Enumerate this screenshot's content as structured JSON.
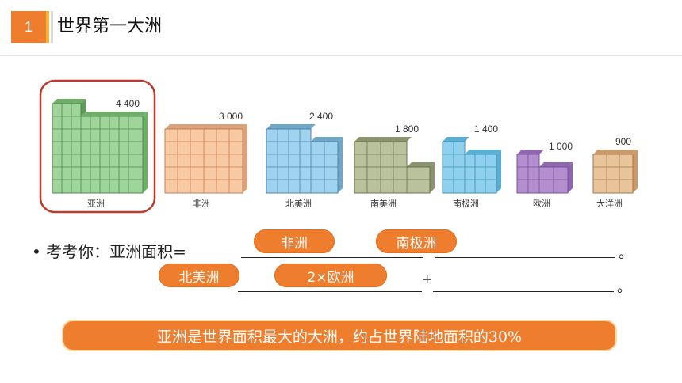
{
  "header": {
    "number": "1",
    "title": "世界第一大洲"
  },
  "colors": {
    "accent": "#ef7d2e",
    "accent_bar": "#f5b335",
    "highlight_ring": "#c0392b",
    "green": "#9fd59a",
    "peach": "#f9c9a4",
    "blue": "#9fd3f0",
    "olive": "#b9c29c",
    "sky": "#8fd0ee",
    "purple": "#b48fd0",
    "tan": "#e8c49a"
  },
  "continents": [
    {
      "name": "亚洲",
      "area": "4 400",
      "color": "green",
      "highlighted": true
    },
    {
      "name": "非洲",
      "area": "3 000",
      "color": "peach",
      "highlighted": false
    },
    {
      "name": "北美洲",
      "area": "2 400",
      "color": "blue",
      "highlighted": false
    },
    {
      "name": "南美洲",
      "area": "1 800",
      "color": "olive",
      "highlighted": false
    },
    {
      "name": "南极洲",
      "area": "1 400",
      "color": "sky",
      "highlighted": false
    },
    {
      "name": "欧洲",
      "area": "1 000",
      "color": "purple",
      "highlighted": false
    },
    {
      "name": "大洋洲",
      "area": "900",
      "color": "tan",
      "highlighted": false
    }
  ],
  "exercise": {
    "bullet": "•",
    "prompt": "考考你：亚洲面积=",
    "plus": "+",
    "period": "。",
    "answers": [
      "非洲",
      "南极洲",
      "北美洲",
      "2×欧洲"
    ]
  },
  "summary": "亚洲是世界面积最大的大洲，约占世界陆地面积的30%"
}
